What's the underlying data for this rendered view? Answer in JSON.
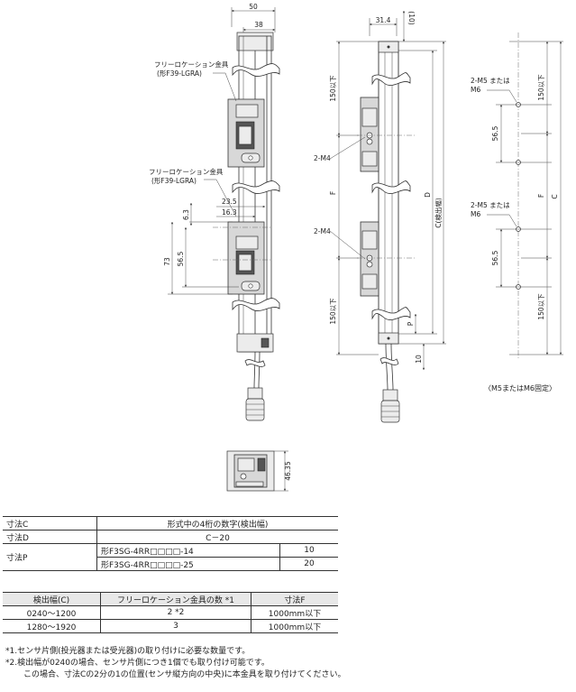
{
  "side_view": {
    "dim_width_50": "50",
    "dim_width_38": "38",
    "bracket_upper_label_1": "フリーロケーション金具",
    "bracket_upper_label_2": "(形F39-LGRA)",
    "bracket_lower_label_1": "フリーロケーション金具",
    "bracket_lower_label_2": "(形F39-LGRA)",
    "dim_23_5": "23.5",
    "dim_16_3": "16.3",
    "dim_6_3": "6.3",
    "dim_73": "73",
    "dim_56_5": "56.5"
  },
  "front_view": {
    "dim_31_4": "31.4",
    "dim_10_top": "(10)",
    "dim_150_top": "150以下",
    "label_2m4_upper": "2-M4",
    "label_2m4_lower": "2-M4",
    "dim_f": "F",
    "dim_d": "D",
    "dim_c": "C(検出幅)",
    "dim_150_bottom": "150以下",
    "dim_p": "P",
    "dim_10_bottom": "10"
  },
  "mount_view": {
    "label_2m5_upper_1": "2-M5 または",
    "label_2m5_upper_2": "M6",
    "label_2m5_lower_1": "2-M5 または",
    "label_2m5_lower_2": "M6",
    "dim_56_5_upper": "56.5",
    "dim_56_5_lower": "56.5",
    "dim_150_top": "150以下",
    "dim_f": "F",
    "dim_c": "C",
    "dim_150_bottom": "150以下",
    "caption": "〈M5またはM6固定〉"
  },
  "top_view": {
    "dim_46_35": "46.35"
  },
  "table1": {
    "row_c_label": "寸法C",
    "row_c_value": "形式中の4桁の数字(検出幅)",
    "row_d_label": "寸法D",
    "row_d_value": "C－20",
    "row_p_label": "寸法P",
    "row_p_model_14": "形F3SG-4RR□□□□-14",
    "row_p_value_14": "10",
    "row_p_model_25": "形F3SG-4RR□□□□-25",
    "row_p_value_25": "20"
  },
  "table2": {
    "headers": [
      "検出幅(C)",
      "フリーロケーション金具の数 *1",
      "寸法F"
    ],
    "rows": [
      [
        "0240～1200",
        "2 *2",
        "1000mm以下"
      ],
      [
        "1280～1920",
        "3",
        "1000mm以下"
      ]
    ]
  },
  "notes": {
    "note1": "*1.センサ片側(投光器または受光器)の取り付けに必要な数量です。",
    "note2": "*2.検出幅が0240の場合、センサ片側につき1個でも取り付け可能です。",
    "note3": "この場合、寸法Cの2分の1の位置(センサ縦方向の中央)に本金具を取り付けてください。"
  }
}
